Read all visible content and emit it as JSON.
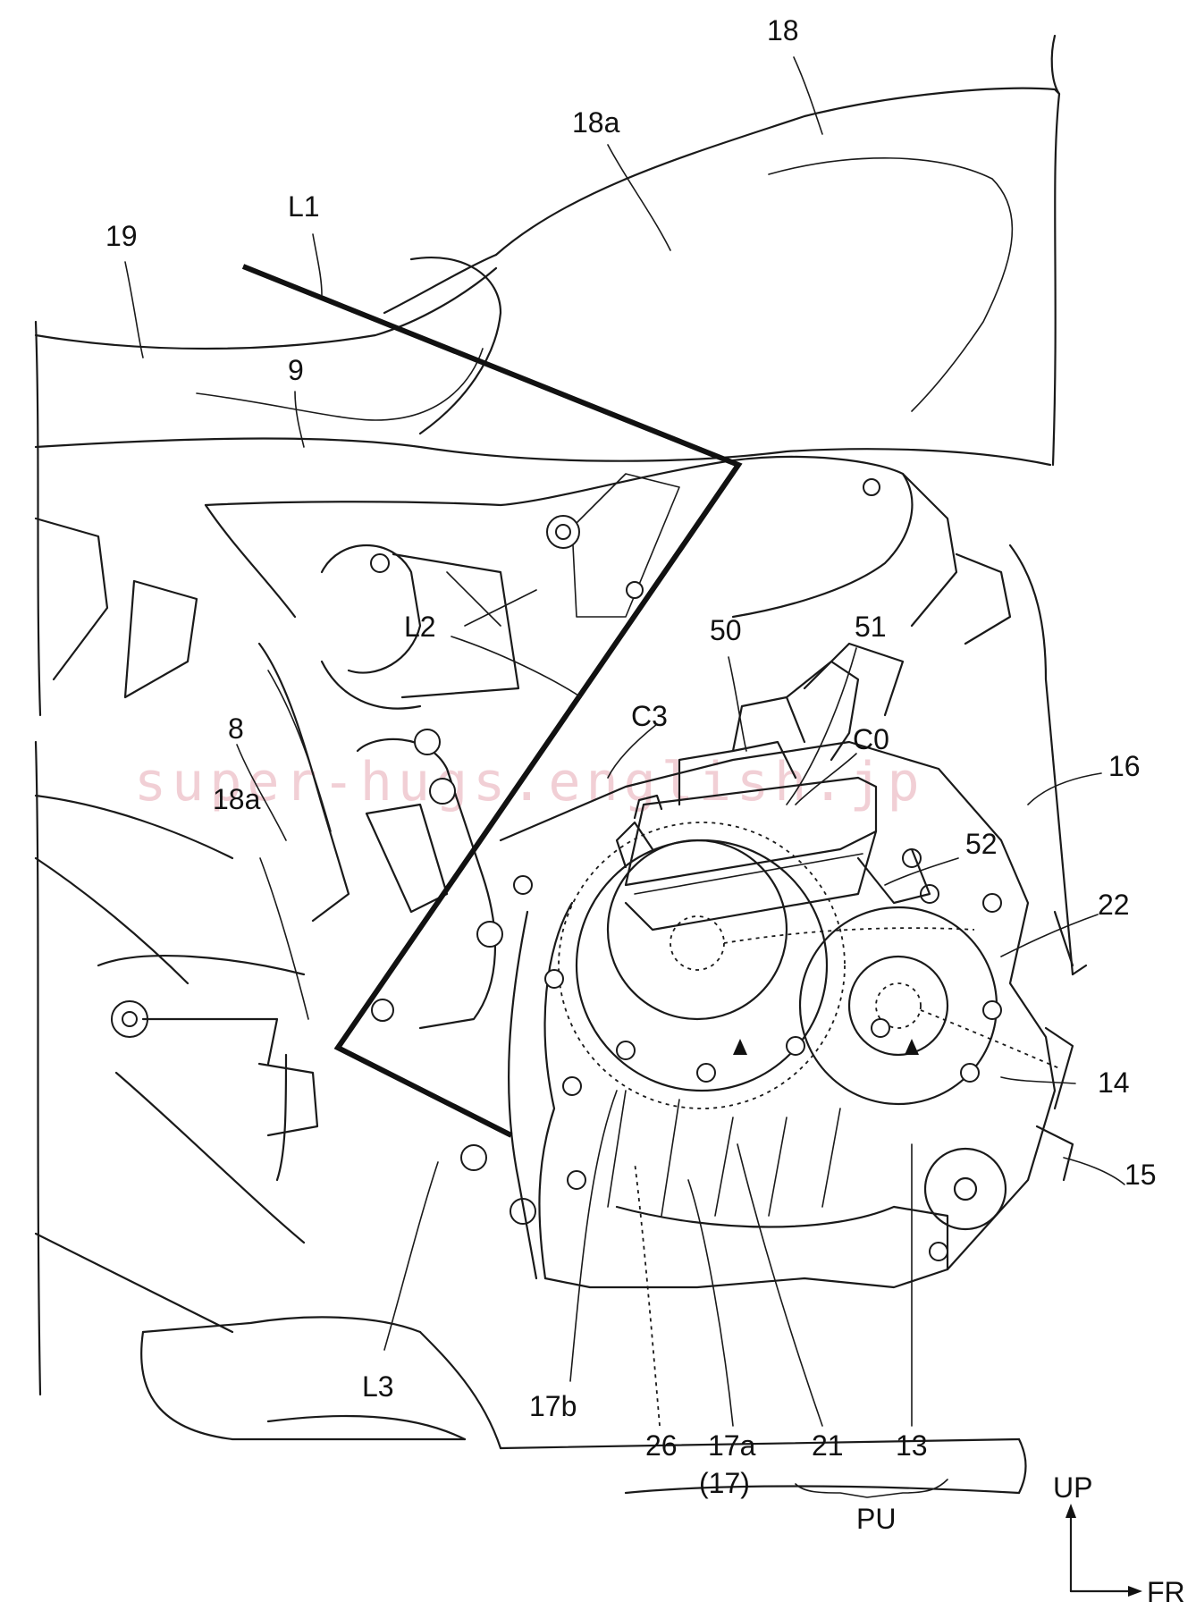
{
  "watermark": "super-hugs.english.jp",
  "labels": {
    "l18": "18",
    "l18a_top": "18a",
    "l19": "19",
    "lL1": "L1",
    "l9": "9",
    "lL2": "L2",
    "l50": "50",
    "l51": "51",
    "lC3": "C3",
    "lC0": "C0",
    "l16": "16",
    "l8": "8",
    "l18a_left": "18a",
    "l52": "52",
    "l22": "22",
    "l14": "14",
    "l15": "15",
    "lL3": "L3",
    "l17b": "17b",
    "l26": "26",
    "l17a": "17a",
    "l17": "(17)",
    "l21": "21",
    "l13": "13",
    "lPU": "PU",
    "lUP": "UP",
    "lFR": "FR"
  }
}
